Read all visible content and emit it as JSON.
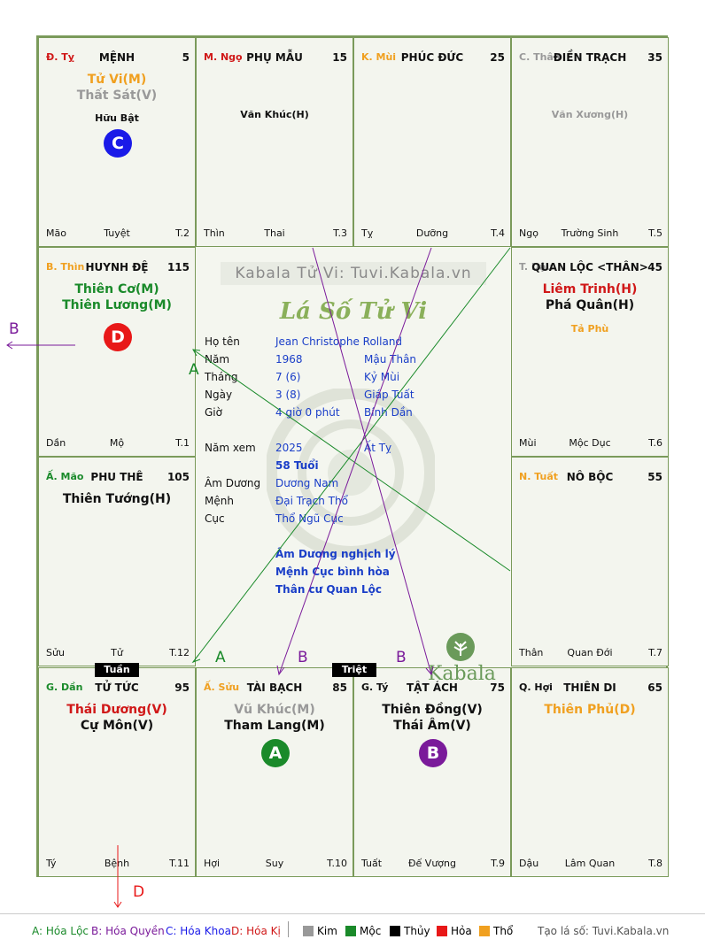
{
  "cells": {
    "ty": {
      "branch": "Đ. Tỵ",
      "branch_color": "#d01818",
      "name": "MỆNH",
      "age": "5",
      "stars": [
        {
          "text": "Tử Vi(M)",
          "color": "#f0a020"
        },
        {
          "text": "Thất Sát(V)",
          "color": "#999999"
        }
      ],
      "minor": "Hữu Bật",
      "minor_color": "#111111",
      "circle": "C",
      "circle_color": "#1a1ae8",
      "foot_l": "Mão",
      "foot_c": "Tuyệt",
      "foot_r": "T.2"
    },
    "ngo": {
      "branch": "M. Ngọ",
      "branch_color": "#d01818",
      "name": "PHỤ MẪU",
      "age": "15",
      "stars": [],
      "minor": "Văn Khúc(H)",
      "minor_color": "#111111",
      "foot_l": "Thìn",
      "foot_c": "Thai",
      "foot_r": "T.3"
    },
    "mui": {
      "branch": "K. Mùi",
      "branch_color": "#f0a020",
      "name": "PHÚC ĐỨC",
      "age": "25",
      "stars": [],
      "minor": "",
      "minor_color": "#111111",
      "foot_l": "Tỵ",
      "foot_c": "Dưỡng",
      "foot_r": "T.4"
    },
    "than": {
      "branch": "C. Thân",
      "branch_color": "#999999",
      "name": "ĐIỀN TRẠCH",
      "age": "35",
      "stars": [],
      "minor": "Văn Xương(H)",
      "minor_color": "#999999",
      "foot_l": "Ngọ",
      "foot_c": "Trường Sinh",
      "foot_r": "T.5"
    },
    "thin": {
      "branch": "B. Thìn",
      "branch_color": "#f0a020",
      "name": "HUYNH ĐỆ",
      "age": "115",
      "stars": [
        {
          "text": "Thiên Cơ(M)",
          "color": "#1a8a2a"
        },
        {
          "text": "Thiên Lương(M)",
          "color": "#1a8a2a"
        }
      ],
      "minor": "",
      "circle": "D",
      "circle_color": "#e81818",
      "foot_l": "Dần",
      "foot_c": "Mộ",
      "foot_r": "T.1"
    },
    "dau": {
      "branch": "T. Dậu",
      "branch_color": "#999999",
      "name": "QUAN LỘC <THÂN>",
      "age": "45",
      "stars": [
        {
          "text": "Liêm Trinh(H)",
          "color": "#d01818"
        },
        {
          "text": "Phá Quân(H)",
          "color": "#111111"
        }
      ],
      "minor": "Tả Phù",
      "minor_color": "#f0a020",
      "foot_l": "Mùi",
      "foot_c": "Mộc Dục",
      "foot_r": "T.6"
    },
    "mao": {
      "branch": "Ấ. Mão",
      "branch_color": "#1a8a2a",
      "name": "PHU THÊ",
      "age": "105",
      "stars": [
        {
          "text": "Thiên Tướng(H)",
          "color": "#111111"
        }
      ],
      "minor": "",
      "foot_l": "Sửu",
      "foot_c": "Tử",
      "foot_r": "T.12"
    },
    "tuat": {
      "branch": "N. Tuất",
      "branch_color": "#f0a020",
      "name": "NÔ BỘC",
      "age": "55",
      "stars": [],
      "minor": "",
      "foot_l": "Thân",
      "foot_c": "Quan Đới",
      "foot_r": "T.7"
    },
    "dan": {
      "branch": "G. Dần",
      "branch_color": "#1a8a2a",
      "name": "TỬ TỨC",
      "age": "95",
      "stars": [
        {
          "text": "Thái Dương(V)",
          "color": "#d01818"
        },
        {
          "text": "Cự Môn(V)",
          "color": "#111111"
        }
      ],
      "minor": "",
      "foot_l": "Tý",
      "foot_c": "Bệnh",
      "foot_r": "T.11"
    },
    "suu": {
      "branch": "Ấ. Sửu",
      "branch_color": "#f0a020",
      "name": "TÀI BẠCH",
      "age": "85",
      "stars": [
        {
          "text": "Vũ Khúc(M)",
          "color": "#999999"
        },
        {
          "text": "Tham Lang(M)",
          "color": "#111111"
        }
      ],
      "minor": "",
      "circle": "A",
      "circle_color": "#1a8a2a",
      "foot_l": "Hợi",
      "foot_c": "Suy",
      "foot_r": "T.10"
    },
    "tyy": {
      "branch": "G. Tý",
      "branch_color": "#111111",
      "name": "TẬT ÁCH",
      "age": "75",
      "stars": [
        {
          "text": "Thiên Đồng(V)",
          "color": "#111111"
        },
        {
          "text": "Thái Âm(V)",
          "color": "#111111"
        }
      ],
      "minor": "",
      "circle": "B",
      "circle_color": "#7a1a9a",
      "foot_l": "Tuất",
      "foot_c": "Đế Vượng",
      "foot_r": "T.9"
    },
    "hoi": {
      "branch": "Q. Hợi",
      "branch_color": "#111111",
      "name": "THIÊN DI",
      "age": "65",
      "stars": [
        {
          "text": "Thiên Phủ(D)",
          "color": "#f0a020"
        }
      ],
      "minor": "",
      "foot_l": "Dậu",
      "foot_c": "Lâm Quan",
      "foot_r": "T.8"
    }
  },
  "center": {
    "watermark": "Kabala Tử Vi: Tuvi.Kabala.vn",
    "title": "Lá Số Tử Vi",
    "rows": [
      {
        "label": "Họ tên",
        "v1": "Jean Christophe Rolland",
        "v2": ""
      },
      {
        "label": "Năm",
        "v1": "1968",
        "v2": "Mậu Thân"
      },
      {
        "label": "Tháng",
        "v1": "7  (6)",
        "v2": "Kỷ Mùi"
      },
      {
        "label": "Ngày",
        "v1": "3  (8)",
        "v2": "Giáp Tuất"
      },
      {
        "label": "Giờ",
        "v1": "4 giờ 0 phút",
        "v2": "Bính Dần"
      }
    ],
    "rows2": [
      {
        "label": "Năm xem",
        "v1": "2025",
        "v2": "Ất Tỵ"
      },
      {
        "label": "",
        "v1": "58 Tuổi",
        "v2": ""
      },
      {
        "label": "Âm Dương",
        "v1": "Dương Nam",
        "v2": ""
      },
      {
        "label": "Mệnh",
        "v1": "Đại Trạch Thổ",
        "v2": ""
      },
      {
        "label": "Cục",
        "v1": "Thổ Ngũ Cục",
        "v2": ""
      }
    ],
    "notes": [
      "Âm Dương nghịch lý",
      "Mệnh Cục bình hòa",
      "Thân cư Quan Lộc"
    ],
    "logo": "Kabala"
  },
  "tags": {
    "tuan": "Tuần",
    "triet": "Triệt"
  },
  "arrows": {
    "b_left": "B",
    "a_mid": "A",
    "a_bot": "A",
    "b_bot1": "B",
    "b_bot2": "B",
    "d_bot": "D"
  },
  "legend": {
    "a": "A: Hóa Lộc",
    "b": "B: Hóa Quyền",
    "c": "C: Hóa Khoa",
    "d": "D: Hóa Kị",
    "kim": "Kim",
    "moc": "Mộc",
    "thuy": "Thủy",
    "hoa": "Hỏa",
    "tho": "Thổ",
    "credit": "Tạo lá số: Tuvi.Kabala.vn",
    "colors": {
      "kim": "#999999",
      "moc": "#1a8a2a",
      "thuy": "#000000",
      "hoa": "#e81818",
      "tho": "#f0a020"
    }
  }
}
